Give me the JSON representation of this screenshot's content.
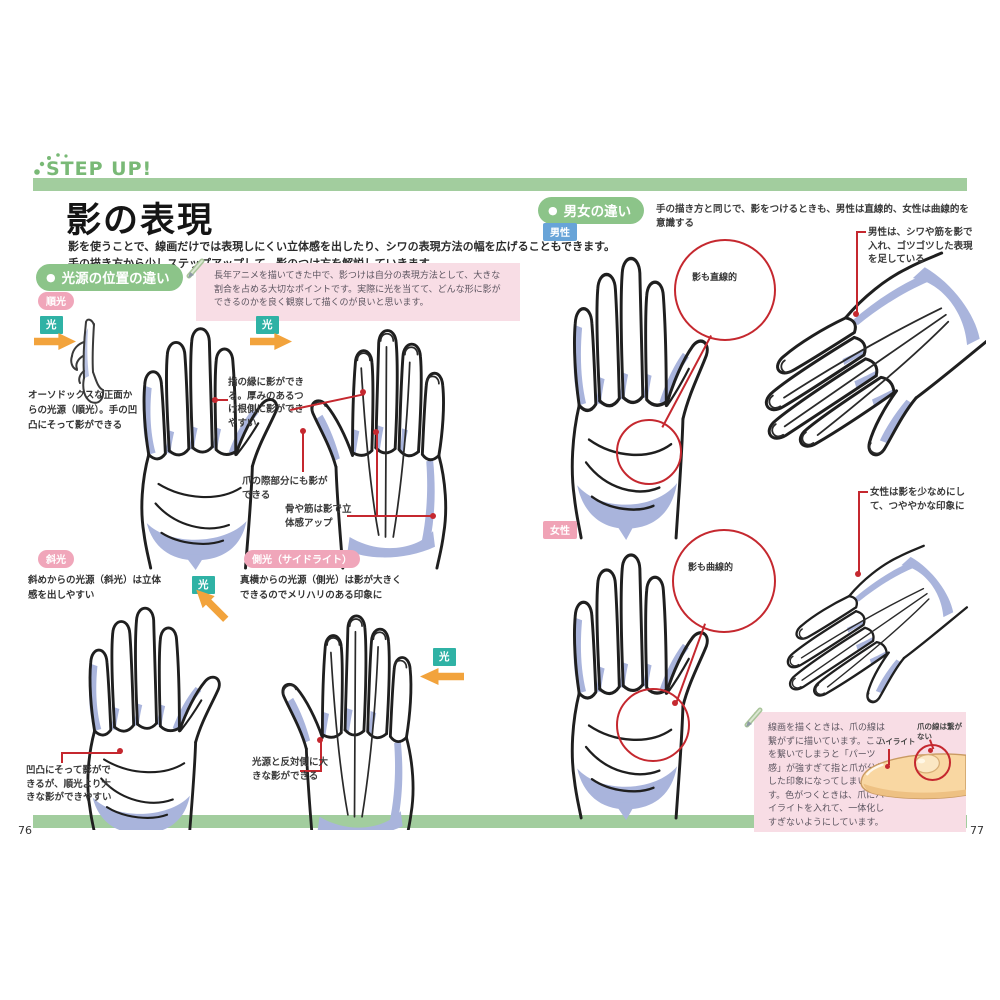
{
  "misc": {
    "bullet": "●"
  },
  "page": {
    "left_number": "76",
    "right_number": "77"
  },
  "header": {
    "step_up": "STEP UP!",
    "title": "影の表現",
    "desc1": "影を使うことで、線画だけでは表現しにくい立体感を出したり、シワの表現方法の幅を広げることもできます。",
    "desc2": "手の描き方から少しステップアップして、影のつけ方を解説していきます。"
  },
  "left": {
    "section_title": "光源の位置の違い",
    "tip_note": "長年アニメを描いてきた中で、影つけは自分の表現方法として、大きな割合を占める大切なポイントです。実際に光を当てて、どんな形に影ができるのかを良く観察して描くのが良いと思います。",
    "light": "光",
    "front": {
      "tag": "順光",
      "caption": "オーソドックスな正面からの光源（順光）。手の凹凸にそって影ができる",
      "ann_edge": "指の縁に影ができる。厚みのあるつけ根側に影ができやすい",
      "ann_nail": "爪の際部分にも影ができる",
      "ann_bone": "骨や筋は影で立体感アップ"
    },
    "oblique": {
      "tag": "斜光",
      "caption": "斜めからの光源（斜光）は立体感を出しやすい",
      "ann": "凹凸にそって影ができるが、順光より大きな影ができやすい"
    },
    "side": {
      "tag": "側光（サイドライト）",
      "caption": "真横からの光源（側光）は影が大きくできるのでメリハリのある印象に",
      "ann": "光源と反対側に大きな影ができる"
    }
  },
  "right": {
    "section_title": "男女の違い",
    "intro": "手の描き方と同じで、影をつけるときも、男性は直線的、女性は曲線的を意識する",
    "male": {
      "tag": "男性",
      "circle_note": "影も直線的",
      "ann": "男性は、シワや筋を影で入れ、ゴツゴツした表現を足している"
    },
    "female": {
      "tag": "女性",
      "circle_note": "影も曲線的",
      "ann": "女性は影を少なめにして、つややかな印象に"
    },
    "nail_note": {
      "text": "線画を描くときは、爪の線は繋がずに描いています。ここを繋いでしまうと「パーツ感」が強すぎて指と爪が分離した印象になってしまいます。色がつくときは、爪にハイライトを入れて、一体化しすぎないようにしています。",
      "highlight_label": "ハイライト",
      "nail_line_label": "爪の線は繋がない"
    }
  },
  "colors": {
    "green_bar": "#a2cd9e",
    "green_logo": "#79b976",
    "green_pill": "#8cc489",
    "pink_tag": "#f0a6ba",
    "pink_box": "#f8dde5",
    "teal_light": "#2fb2a5",
    "orange_arrow": "#f2a33c",
    "blue_tag": "#68a4d8",
    "red_callout": "#c5282f",
    "shadow_blue": "#a9b4dc"
  }
}
